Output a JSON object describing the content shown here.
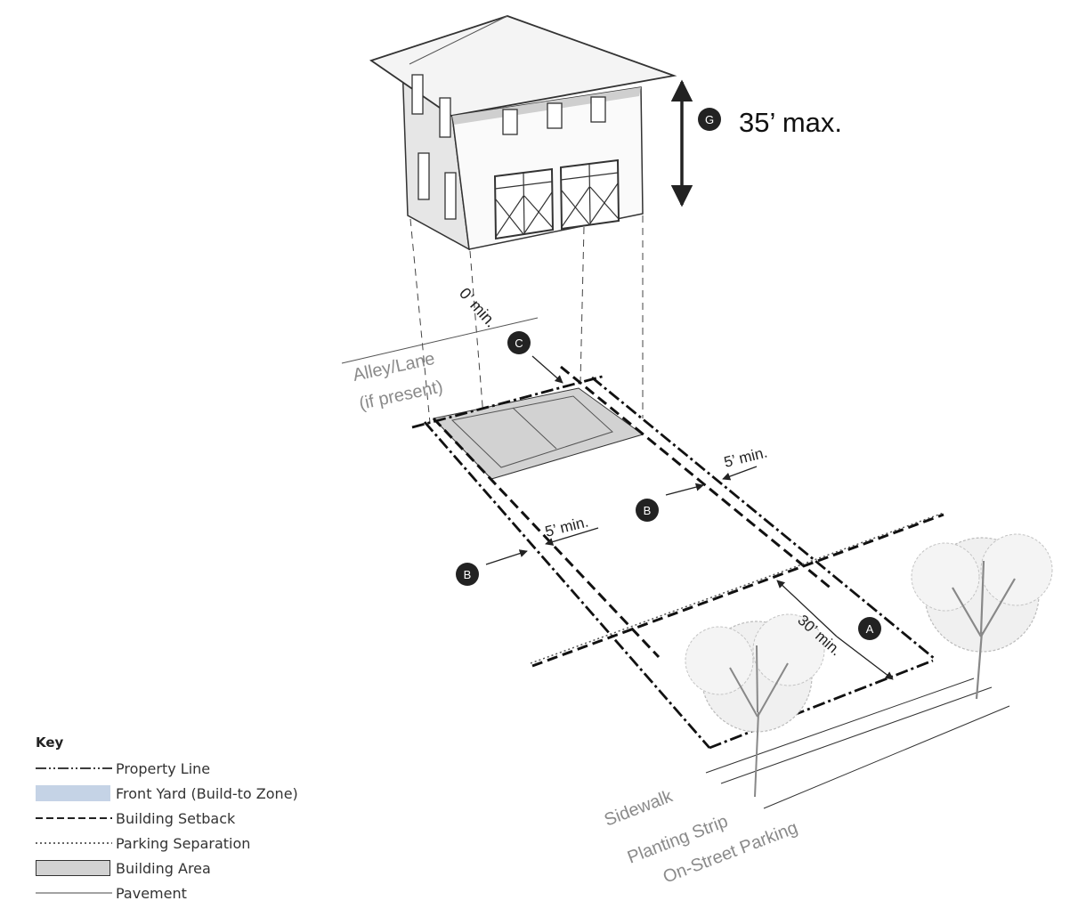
{
  "labels": {
    "height_max": "35’ max.",
    "rear_setback": "0’ min.",
    "alley": "Alley/Lane",
    "alley_note": "(if present)",
    "side_setback_right": "5’ min.",
    "side_setback_left": "5’ min.",
    "front_setback": "30’ min.",
    "sidewalk": "Sidewalk",
    "planting_strip": "Planting Strip",
    "on_street_parking": "On-Street Parking"
  },
  "markers": {
    "g": "G",
    "c": "C",
    "b_right": "B",
    "b_left": "B",
    "a": "A"
  },
  "key": {
    "title": "Key",
    "items": [
      "Property Line",
      "Front Yard (Build-to Zone)",
      "Building Setback",
      "Parking Separation",
      "Building Area",
      "Pavement"
    ]
  },
  "colors": {
    "front_yard": "#c5d3e6",
    "building_area": "#d2d2d2",
    "marker_fill": "#222222",
    "grey_text": "#8a8a8a"
  }
}
